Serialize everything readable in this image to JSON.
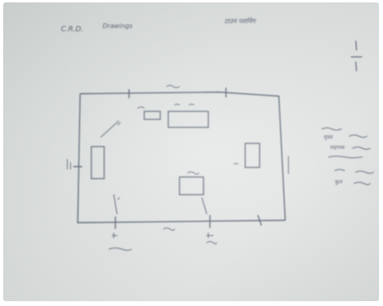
{
  "header": {
    "left_note": "C.R.D.",
    "left_word": "Drawings",
    "right_note": "टाउन प्लानिंग"
  },
  "side_note": {
    "line1": "मुख्य",
    "line2": "सहायक",
    "line3": "कुल"
  },
  "colors": {
    "ink": "#4f5a6a",
    "paper": "#e0e4e3",
    "frame_background": "#ffffff"
  }
}
